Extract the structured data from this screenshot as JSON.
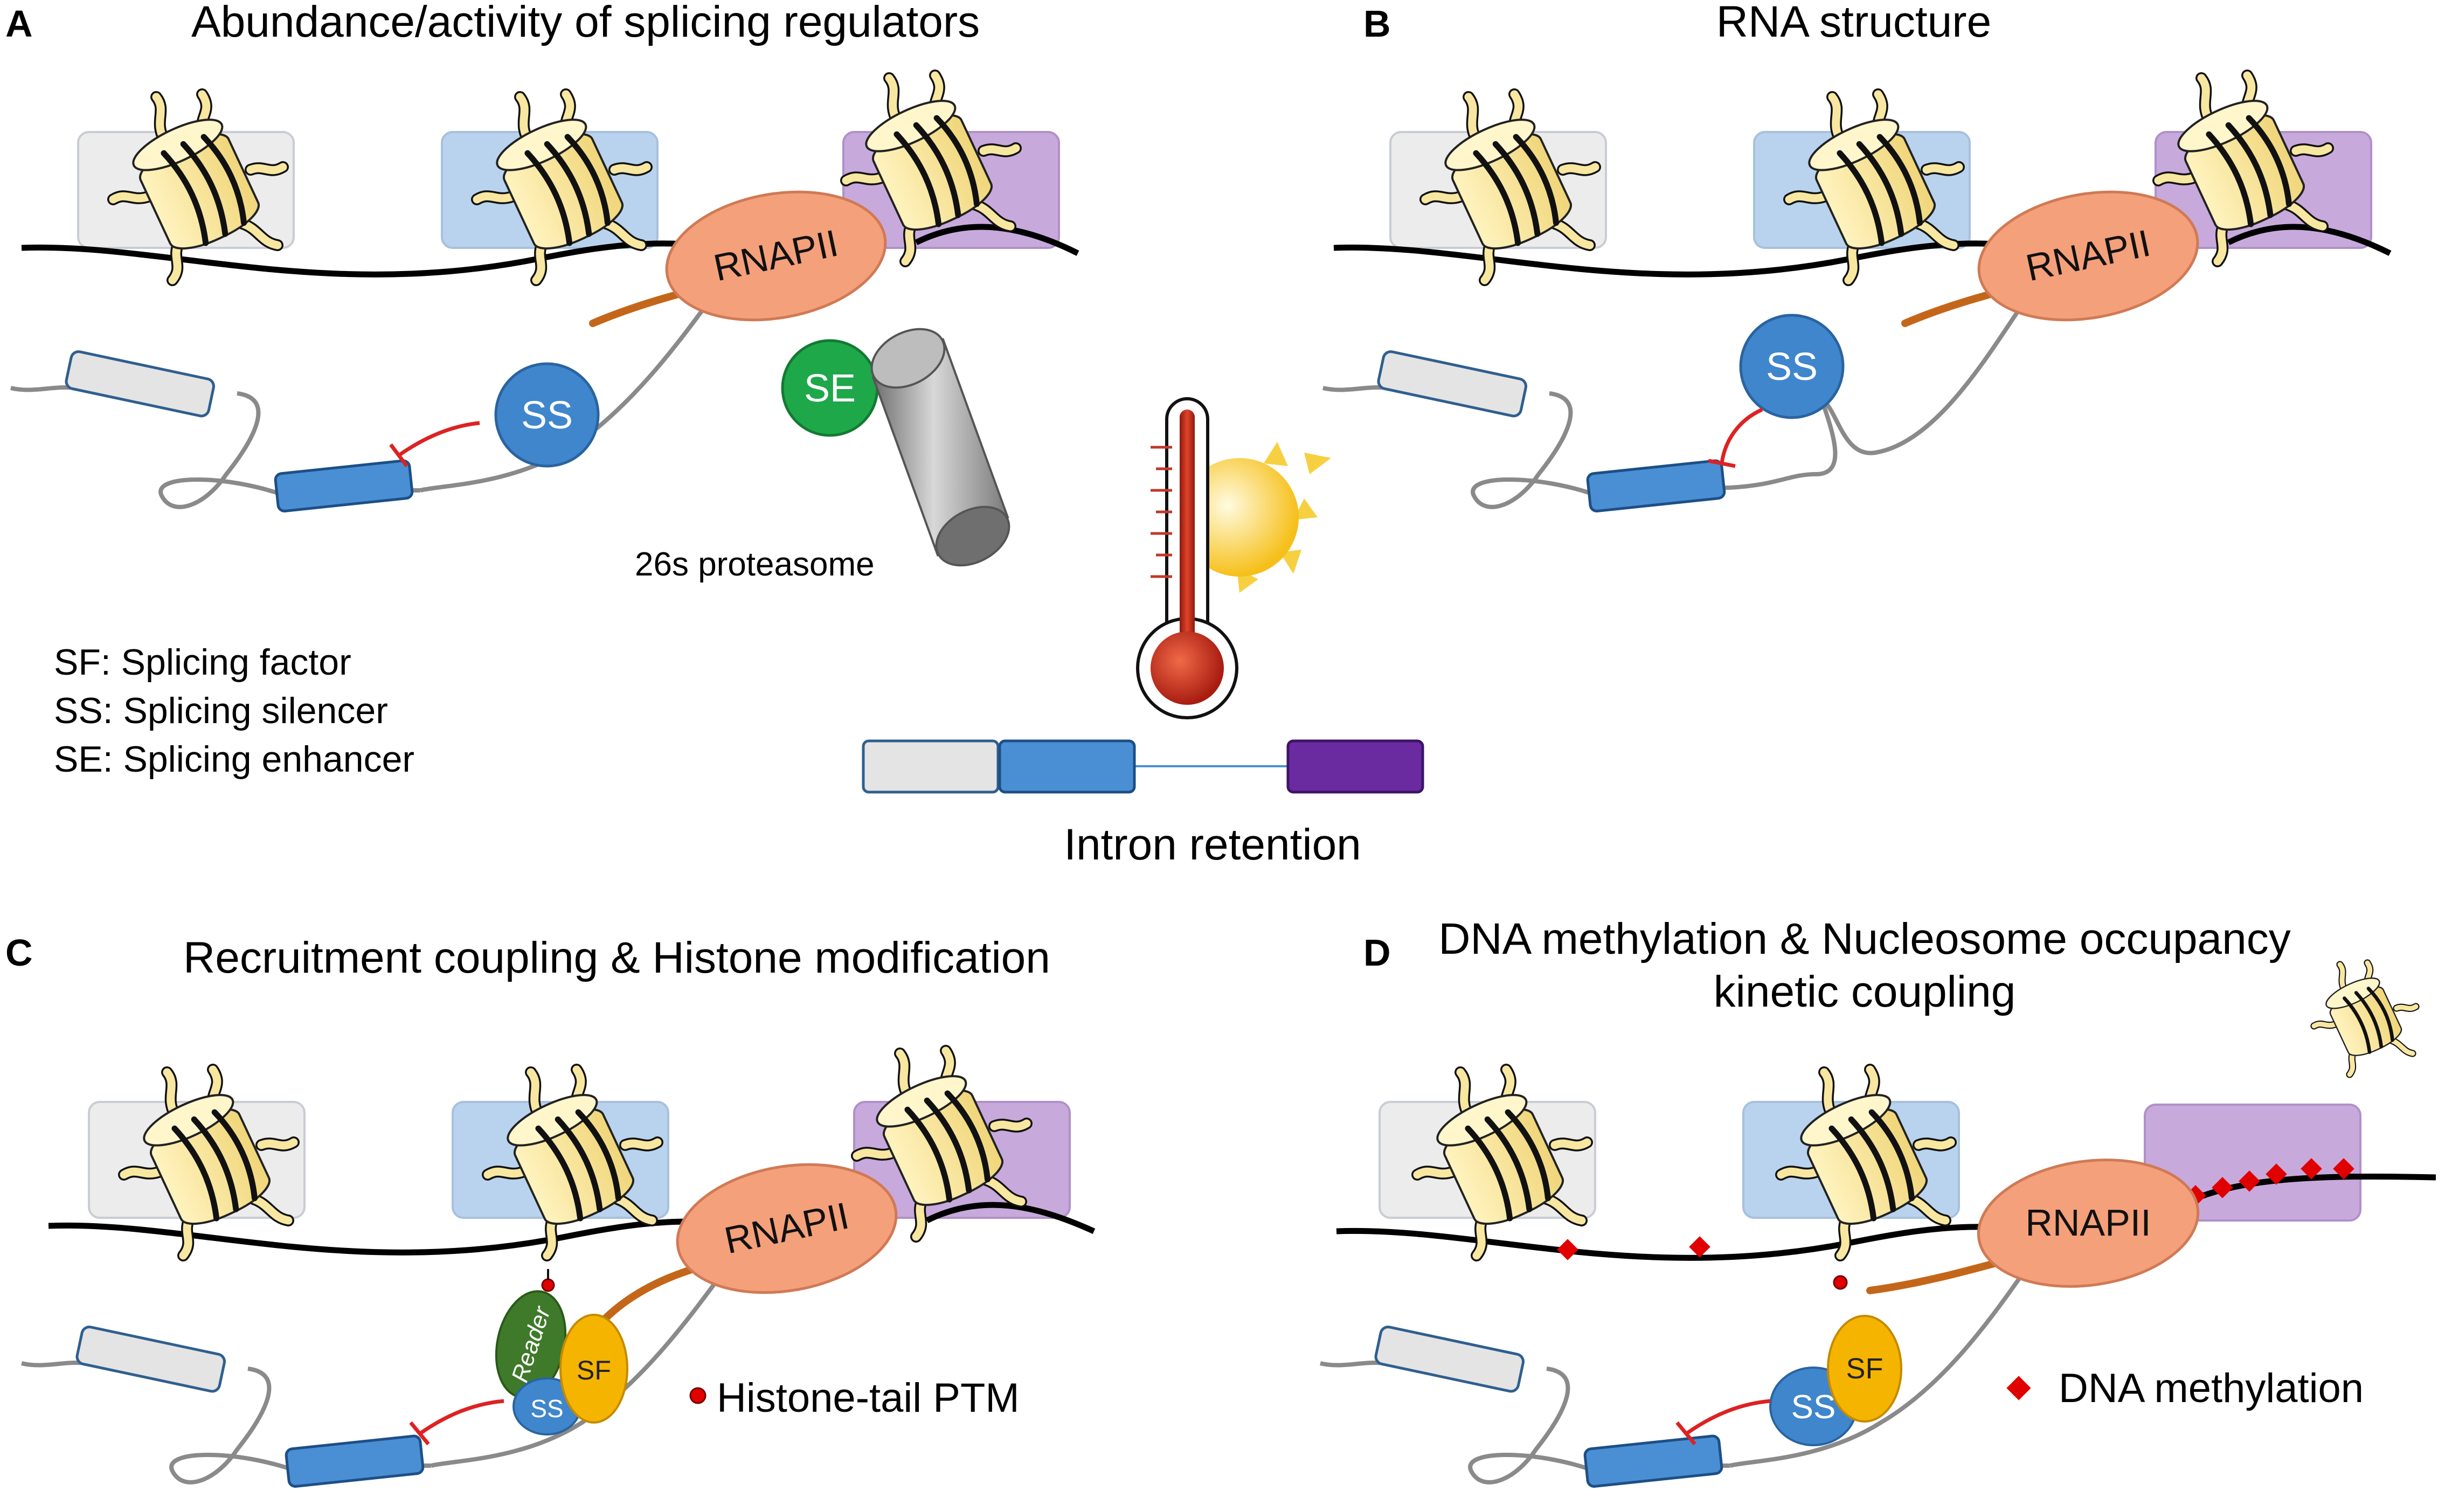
{
  "panels": {
    "A": {
      "letter": "A",
      "title": "Abundance/activity of splicing regulators"
    },
    "B": {
      "letter": "B",
      "title": "RNA structure"
    },
    "C": {
      "letter": "C",
      "title": "Recruitment coupling & Histone modification"
    },
    "D": {
      "letter": "D",
      "title_line1": "DNA methylation & Nucleosome occupancy",
      "title_line2": "kinetic coupling"
    }
  },
  "labels": {
    "rnapii": "RNAPII",
    "ss": "SS",
    "se": "SE",
    "sf": "SF",
    "reader": "Reader",
    "proteasome": "26s proteasome",
    "intron_retention": "Intron retention",
    "histone_ptm": "Histone-tail PTM",
    "dna_methylation": "DNA methylation"
  },
  "legend": [
    "SF: Splicing factor",
    "SS: Splicing silencer",
    "SE: Splicing enhancer"
  ],
  "colors": {
    "exon_gray": "#e4e4e4",
    "exon_blue": "#4a8fd4",
    "exon_purple": "#6a2aa0",
    "exon_box_gray": "#ececec",
    "exon_box_blue": "#b9d3ee",
    "exon_box_purple": "#c8a9dc",
    "rnapii": "#f4a07a",
    "ss": "#3f86cc",
    "se": "#1ea84a",
    "sf": "#f5b400",
    "reader": "#3f7a2a",
    "nucleosome": "#f8e7a0",
    "nascent_rna": "#c4661a",
    "methylation": "#e00000",
    "inhibition": "#dd2222"
  }
}
